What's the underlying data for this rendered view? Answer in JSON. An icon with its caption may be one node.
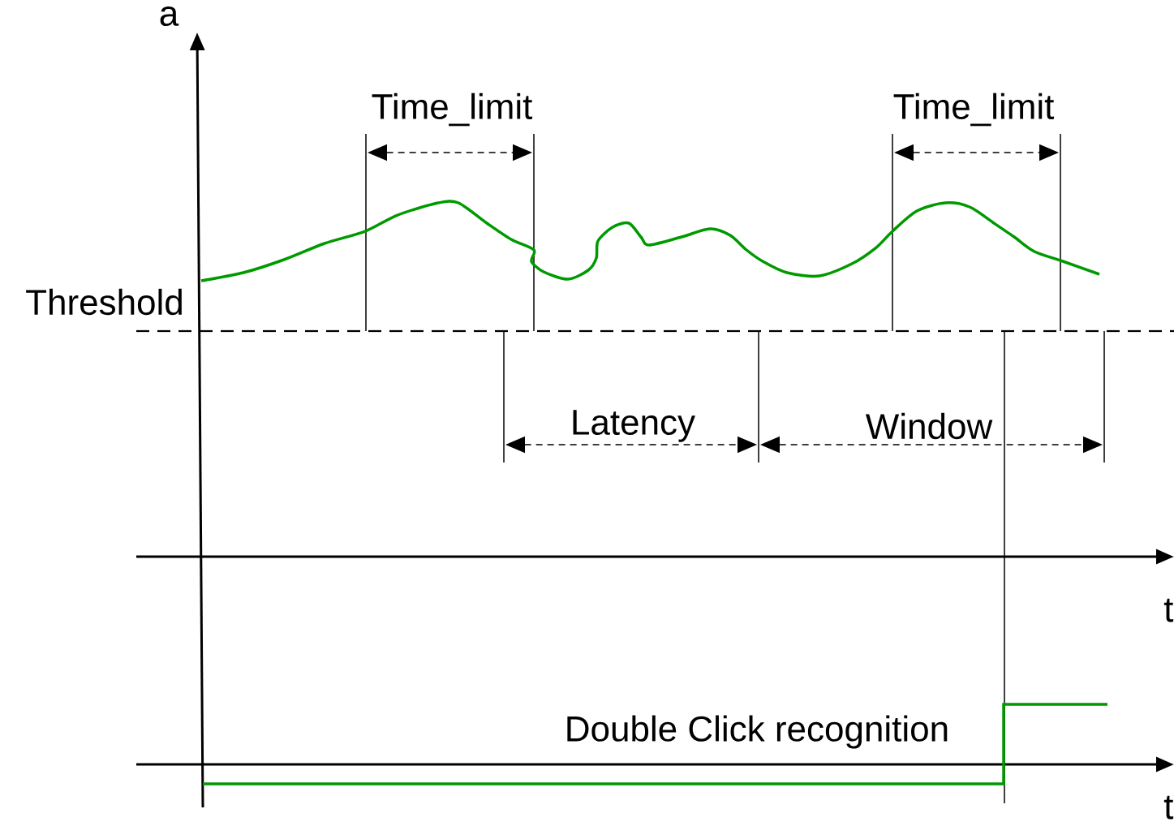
{
  "diagram": {
    "labels": [
      "a",
      "Time_limit",
      "Time_limit",
      "Threshold",
      "Latency",
      "Window",
      "t",
      "Double Click recognition",
      "t"
    ]
  }
}
